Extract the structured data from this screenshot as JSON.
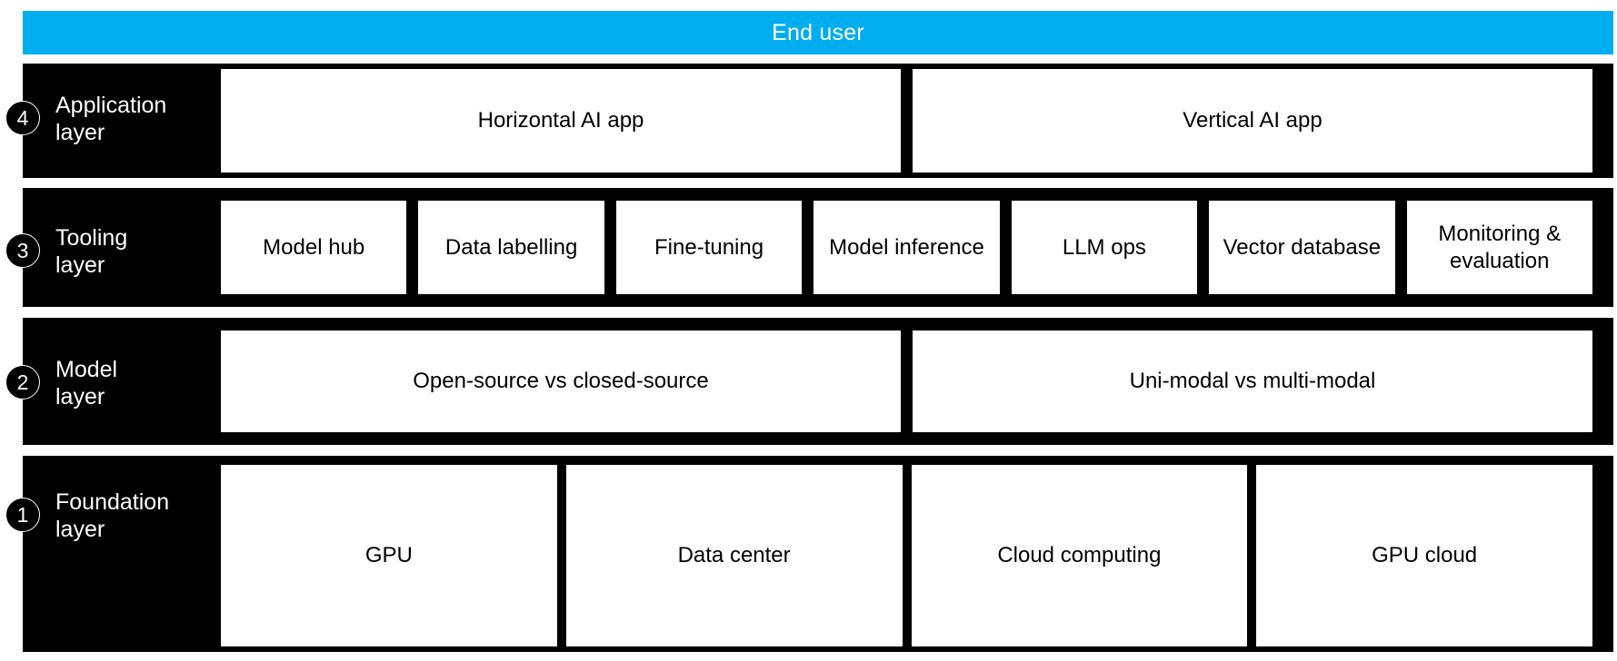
{
  "banner": {
    "label": "End user",
    "color": "#00ADEF"
  },
  "colors": {
    "band": "#000000",
    "cell_background": "#ffffff",
    "cell_text": "#000000",
    "band_text": "#ffffff",
    "accent": "#00ADEF"
  },
  "layers": [
    {
      "number": "4",
      "name_line1": "Application",
      "name_line2": "layer",
      "cells": [
        {
          "label": "Horizontal AI app"
        },
        {
          "label": "Vertical AI app"
        }
      ]
    },
    {
      "number": "3",
      "name_line1": "Tooling",
      "name_line2": "layer",
      "cells": [
        {
          "label": "Model hub"
        },
        {
          "label": "Data labelling"
        },
        {
          "label": "Fine-tuning"
        },
        {
          "label": "Model inference"
        },
        {
          "label": "LLM ops"
        },
        {
          "label": "Vector database"
        },
        {
          "label": "Monitoring & evaluation"
        }
      ]
    },
    {
      "number": "2",
      "name_line1": "Model",
      "name_line2": "layer",
      "cells": [
        {
          "label": "Open-source vs closed-source"
        },
        {
          "label": "Uni-modal vs multi-modal"
        }
      ]
    },
    {
      "number": "1",
      "name_line1": "Foundation",
      "name_line2": "layer",
      "cells": [
        {
          "label": "GPU"
        },
        {
          "label": "Data center"
        },
        {
          "label": "Cloud computing"
        },
        {
          "label": "GPU cloud"
        }
      ]
    }
  ]
}
